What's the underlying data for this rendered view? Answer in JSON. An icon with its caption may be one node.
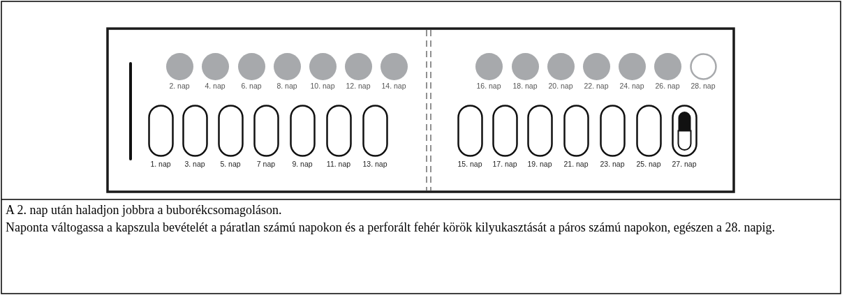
{
  "diagram": {
    "nodes": [
      {
        "text": [],
        "shape": "circle",
        "beside": [
          "2. nap"
        ]
      },
      {
        "text": [],
        "shape": "circle",
        "beside": [
          "4. nap"
        ]
      },
      {
        "text": [],
        "shape": "circle",
        "beside": [
          "6. nap"
        ]
      },
      {
        "text": [],
        "shape": "circle",
        "beside": [
          "8. nap"
        ]
      },
      {
        "text": [],
        "shape": "circle",
        "beside": [
          "10. nap"
        ]
      },
      {
        "text": [],
        "shape": "circle",
        "beside": [
          "12. nap"
        ]
      },
      {
        "text": [],
        "shape": "circle",
        "beside": [
          "14. nap"
        ]
      },
      {
        "text": [],
        "shape": "circle",
        "beside": [
          "16. nap"
        ]
      },
      {
        "text": [],
        "shape": "circle",
        "beside": [
          "18. nap"
        ]
      },
      {
        "text": [],
        "shape": "circle",
        "beside": [
          "20. nap"
        ]
      },
      {
        "text": [],
        "shape": "circle",
        "beside": [
          "22. nap"
        ]
      },
      {
        "text": [],
        "shape": "circle",
        "beside": [
          "24. nap"
        ]
      },
      {
        "text": [],
        "shape": "circle",
        "beside": [
          "26. nap"
        ]
      },
      {
        "text": [],
        "shape": "ring",
        "beside": [
          "28. nap"
        ]
      },
      {
        "text": [],
        "shape": "oval",
        "beside": [
          "1. nap"
        ]
      },
      {
        "text": [],
        "shape": "oval",
        "beside": [
          "3. nap"
        ]
      },
      {
        "text": [],
        "shape": "oval",
        "beside": [
          "5. nap"
        ]
      },
      {
        "text": [],
        "shape": "oval",
        "beside": [
          "7 nap"
        ]
      },
      {
        "text": [],
        "shape": "oval",
        "beside": [
          "9. nap"
        ]
      },
      {
        "text": [],
        "shape": "oval",
        "beside": [
          "11. nap"
        ]
      },
      {
        "text": [],
        "shape": "oval",
        "beside": [
          "13. nap"
        ]
      },
      {
        "text": [],
        "shape": "oval",
        "beside": [
          "15. nap"
        ]
      },
      {
        "text": [],
        "shape": "oval",
        "beside": [
          "17. nap"
        ]
      },
      {
        "text": [],
        "shape": "oval",
        "beside": [
          "19. nap"
        ]
      },
      {
        "text": [],
        "shape": "oval",
        "beside": [
          "21. nap"
        ]
      },
      {
        "text": [],
        "shape": "oval",
        "beside": [
          "23. nap"
        ]
      },
      {
        "text": [],
        "shape": "oval",
        "beside": [
          "25. nap"
        ]
      },
      {
        "text": [],
        "shape": "capsule",
        "beside": [
          "27. nap"
        ]
      }
    ],
    "labels": [
      "A 2. nap után haladjon jobbra a buborékcsomagoláson.",
      "Naponta váltogassa a kapszula bevételét a páratlan számú napokon és a perforált fehér körök kilyukasztását a páros számú napokon, egészen a 28. napig."
    ]
  }
}
